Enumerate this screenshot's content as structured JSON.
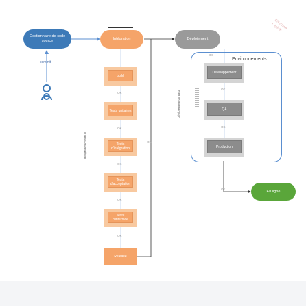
{
  "nodes": {
    "scm": "Gestionnaire de code source",
    "integration": "Intégration",
    "deploiement": "Déploiement",
    "enligne": "En ligne",
    "environnements_title": "Environnements",
    "build": "build",
    "tests_unitaires": "Tests unitaires",
    "tests_integration": "Tests d'intégration",
    "tests_acceptation": "Tests d'acceptation",
    "tests_interface": "Tests d'interface",
    "release": "Release",
    "developpement": "Developpement",
    "qa": "QA",
    "production": "Production"
  },
  "labels": {
    "commit": "commit",
    "ok": "OK",
    "integration_continue": "Intégration continue",
    "deploiement_continu": "Déploiement continu"
  },
  "colors": {
    "scm": "#3d7ab8",
    "orange": "#f5a469",
    "gray": "#8c8c8c",
    "green": "#5aa63a"
  },
  "icons": [
    "person-icon"
  ]
}
